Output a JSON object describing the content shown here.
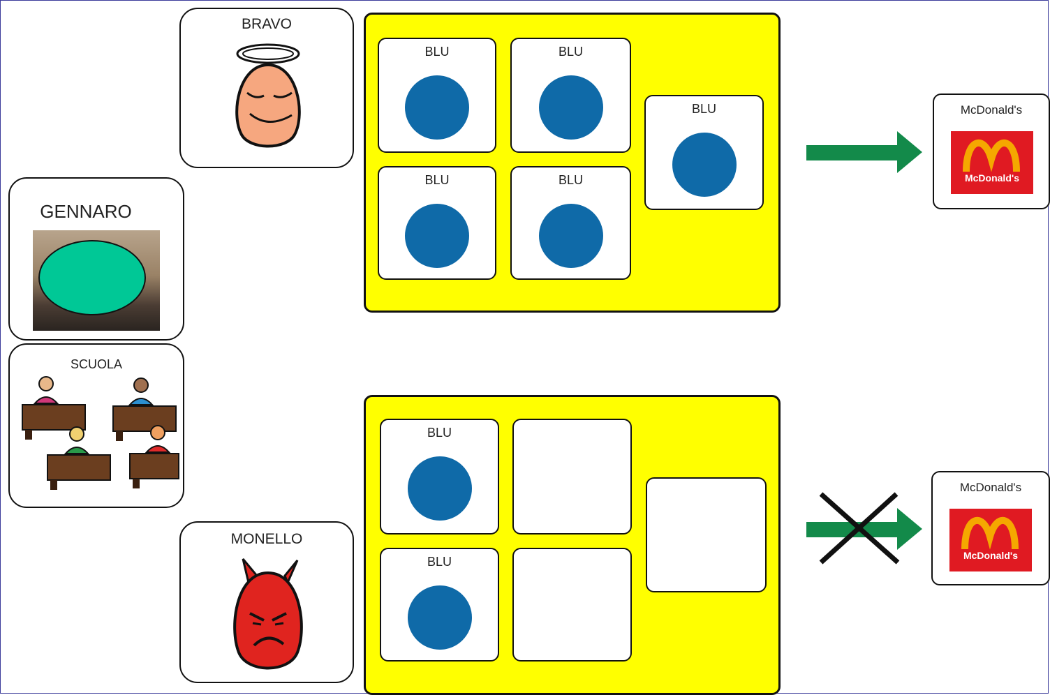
{
  "person": {
    "name": "GENNARO"
  },
  "place": {
    "label": "SCUOLA"
  },
  "good": {
    "label": "BRAVO"
  },
  "bad": {
    "label": "MONELLO"
  },
  "token_label": "BLU",
  "reward": {
    "label": "McDonald's",
    "logo_text": "McDonald's"
  },
  "boards": [
    {
      "earned": 5,
      "total": 5,
      "outcome": "reward"
    },
    {
      "earned": 2,
      "total": 5,
      "outcome": "no reward"
    }
  ],
  "colors": {
    "board": "#ffff00",
    "token_dot": "#0f6aa8",
    "arrow": "#138a4a",
    "face_mask": "#00c896",
    "good_face": "#f6a77f",
    "bad_face": "#e0241f",
    "mcd_red": "#e01a22",
    "mcd_arches": "#f5a800"
  },
  "icons": [
    "halo-face-icon",
    "devil-face-icon",
    "classroom-icon",
    "arrow-right-icon",
    "cross-icon",
    "mcdonalds-logo-icon",
    "person-photo"
  ]
}
